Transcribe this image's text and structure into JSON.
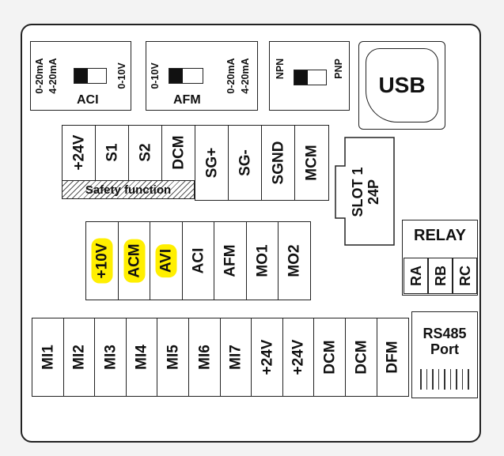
{
  "switch_aci": {
    "left_top": "0-20mA",
    "left_bottom": "4-20mA",
    "right": "0-10V",
    "name": "ACI"
  },
  "switch_afm": {
    "left": "0-10V",
    "right_top": "0-20mA",
    "right_bottom": "4-20mA",
    "name": "AFM"
  },
  "switch_npn": {
    "left": "NPN",
    "right": "PNP"
  },
  "usb": {
    "label": "USB"
  },
  "terminal_row1": [
    "+24V",
    "S1",
    "S2",
    "DCM",
    "SG+",
    "SG-",
    "SGND",
    "MCM"
  ],
  "safety_function": "Safety function",
  "slot": {
    "line1": "SLOT 1",
    "line2": "24P"
  },
  "relay": {
    "title": "RELAY",
    "terminals": [
      "RA",
      "RB",
      "RC"
    ]
  },
  "terminal_row2": [
    "+10V",
    "ACM",
    "AVI",
    "ACI",
    "AFM",
    "MO1",
    "MO2"
  ],
  "terminal_row3": [
    "MI1",
    "MI2",
    "MI3",
    "MI4",
    "MI5",
    "MI6",
    "MI7",
    "+24V",
    "+24V",
    "DCM",
    "DCM",
    "DFM"
  ],
  "rs485": {
    "line1": "RS485",
    "line2": "Port"
  },
  "colors": {
    "highlight": "#ffef00",
    "line": "#222222"
  }
}
